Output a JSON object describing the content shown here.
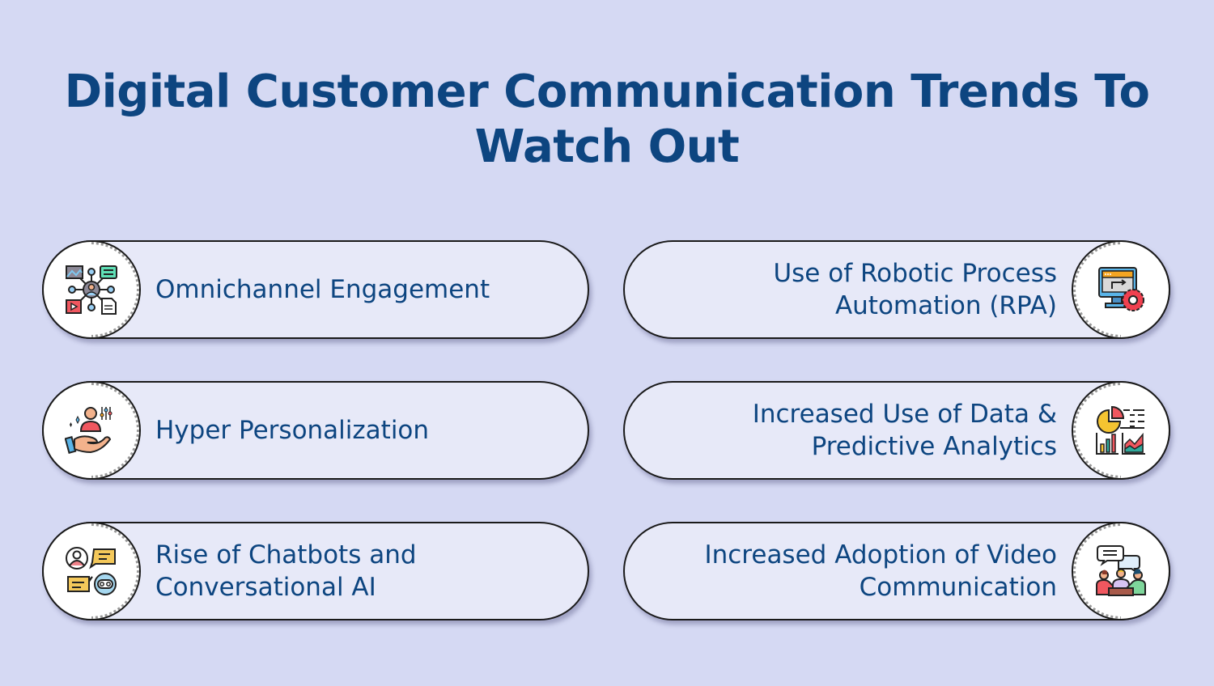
{
  "header": {
    "title_line1": "Digital Customer Communication Trends To",
    "title_line2": "Watch Out"
  },
  "colors": {
    "background": "#d5d9f3",
    "title": "#0d4580",
    "card_fill": "#e7e9f8",
    "card_border": "#1a1a1a"
  },
  "trends": [
    {
      "label_line1": "Omnichannel Engagement",
      "label_line2": "",
      "icon": "omnichannel-network-icon",
      "side": "left"
    },
    {
      "label_line1": "Use of Robotic Process",
      "label_line2": "Automation (RPA)",
      "icon": "computer-gear-icon",
      "side": "right"
    },
    {
      "label_line1": "Hyper Personalization",
      "label_line2": "",
      "icon": "hand-person-sliders-icon",
      "side": "left"
    },
    {
      "label_line1": "Increased Use of Data &",
      "label_line2": "Predictive Analytics",
      "icon": "analytics-charts-icon",
      "side": "right"
    },
    {
      "label_line1": "Rise of Chatbots and",
      "label_line2": "Conversational AI",
      "icon": "chatbot-conversation-icon",
      "side": "left"
    },
    {
      "label_line1": "Increased Adoption of Video",
      "label_line2": "Communication",
      "icon": "video-meeting-icon",
      "side": "right"
    }
  ]
}
